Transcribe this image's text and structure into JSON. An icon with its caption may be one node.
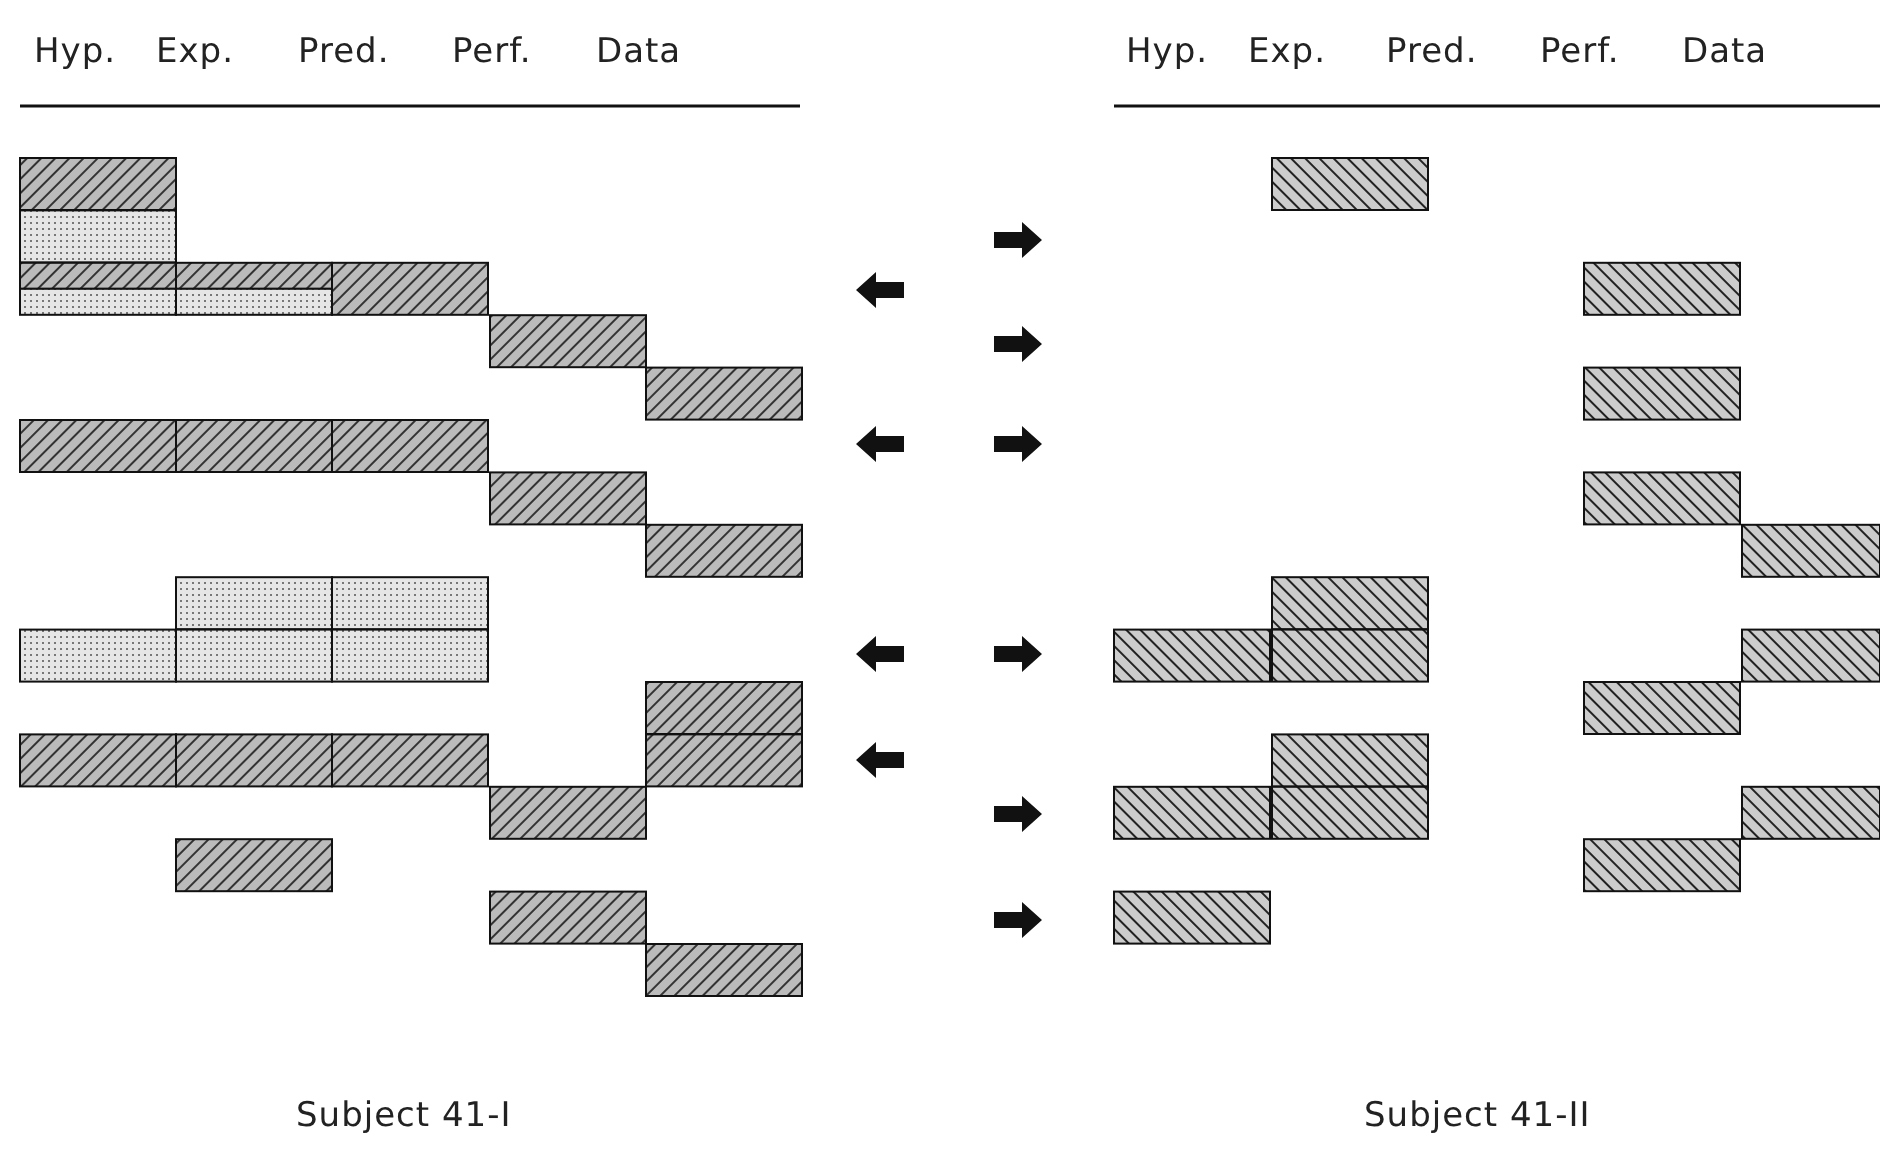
{
  "diagram": {
    "labels": [
      "Hyp.",
      "Exp.",
      "Pred.",
      "Perf.",
      "Data",
      "Hyp.",
      "Exp.",
      "Pred.",
      "Perf.",
      "Data",
      "Subject 41-I",
      "Subject 41-II"
    ]
  }
}
